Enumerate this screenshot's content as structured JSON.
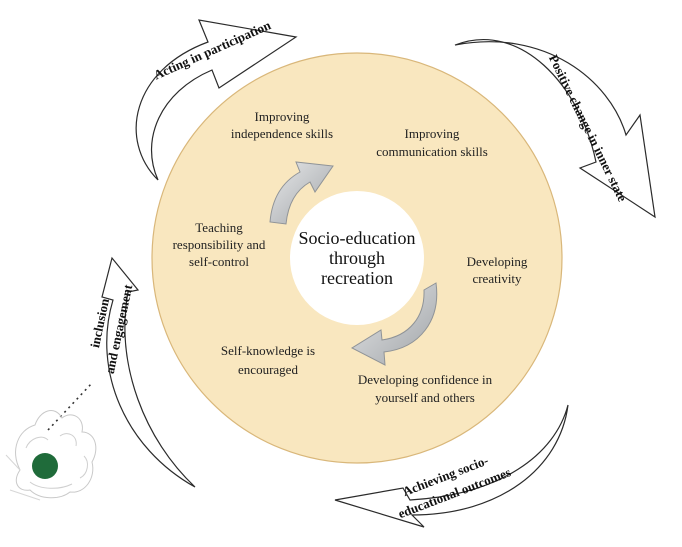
{
  "center": {
    "line1": "Socio-education",
    "line2": "through",
    "line3": "recreation"
  },
  "ring_items": {
    "independence": [
      "Improving",
      "independence skills"
    ],
    "communication": [
      "Improving",
      "communication skills"
    ],
    "responsibility": [
      "Teaching",
      "responsibility and",
      "self-control"
    ],
    "creativity": [
      "Developing",
      "creativity"
    ],
    "self_knowledge": [
      "Self-knowledge is",
      "encouraged"
    ],
    "confidence": [
      "Developing confidence in",
      "yourself and others"
    ]
  },
  "outer_arrows": {
    "acting": "Acting in participation",
    "positive": "Positive change in inner state",
    "achieving": [
      "Achieving socio-",
      "educational outcomes"
    ],
    "inclusion": [
      "inclusion",
      "and engagement"
    ]
  },
  "colors": {
    "ring_fill": "#f9e7bf",
    "ring_stroke": "#d9b77a",
    "inner_arrow": "#b9bcc0",
    "outer_arrow_stroke": "#2b2b2b",
    "ball": "#1f6b3a"
  },
  "icons": {
    "hand": "hand-holding-ball-icon"
  }
}
